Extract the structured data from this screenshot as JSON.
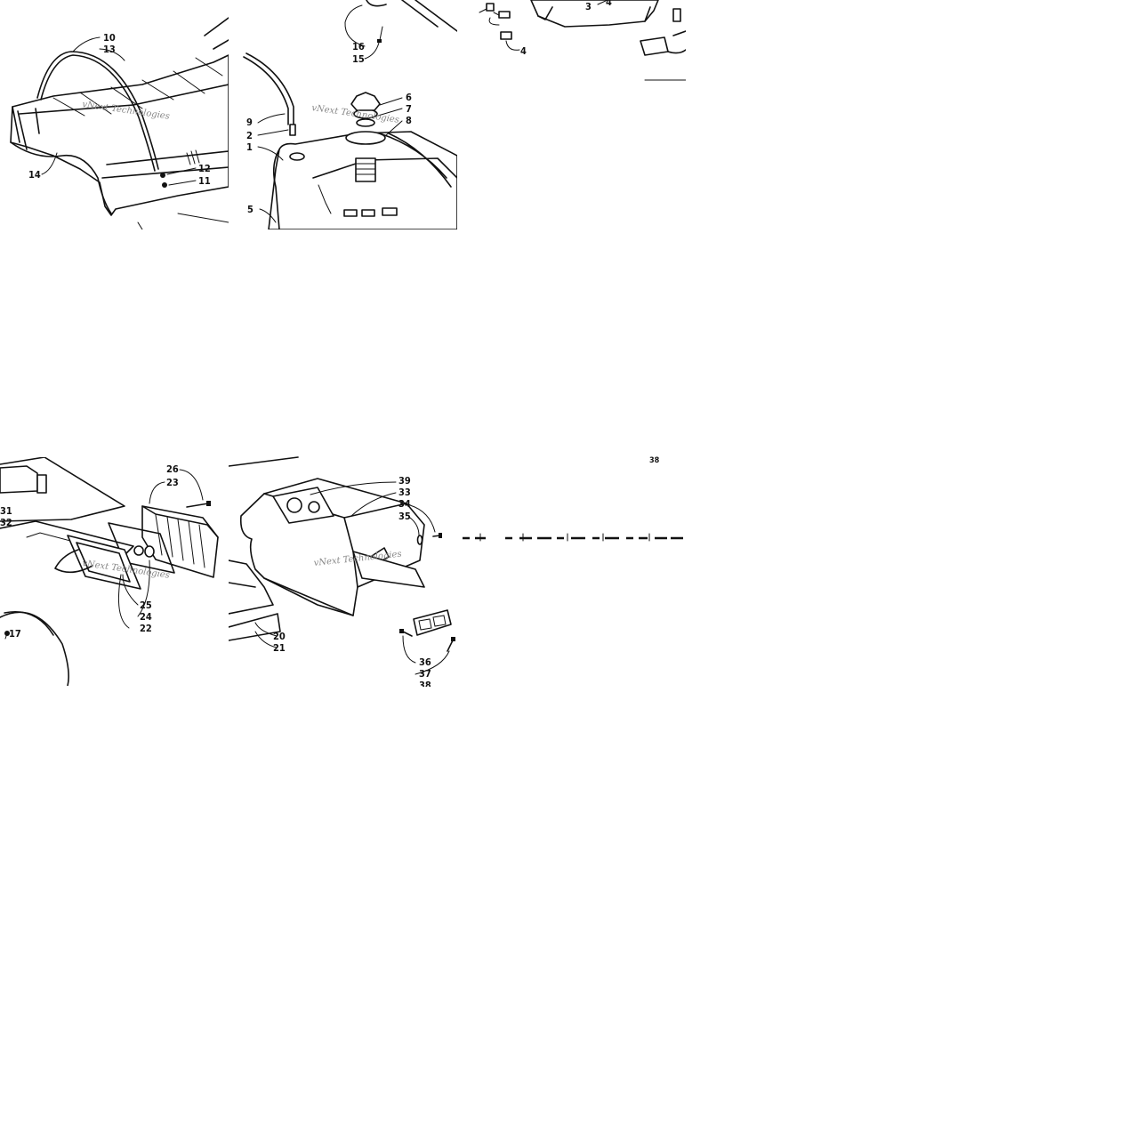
{
  "watermark": "vNext Technologies",
  "tiles": [
    {
      "id": "seat",
      "callouts": [
        "10",
        "13",
        "14",
        "12",
        "11"
      ],
      "watermark": true
    },
    {
      "id": "fuel-tank",
      "callouts": [
        "16",
        "15",
        "9",
        "2",
        "1",
        "5",
        "6",
        "7",
        "8"
      ],
      "watermark": true
    },
    {
      "id": "tank-fittings",
      "callouts": [
        "4",
        "3",
        "4"
      ],
      "watermark": false
    },
    {
      "id": "taillight",
      "callouts": [
        "26",
        "23",
        "31",
        "32",
        "25",
        "24",
        "22",
        "17"
      ],
      "watermark": true
    },
    {
      "id": "rear-housing",
      "callouts": [
        "39",
        "33",
        "34",
        "35",
        "20",
        "21",
        "36",
        "37",
        "38"
      ],
      "watermark": true
    },
    {
      "id": "fragment",
      "callouts": [
        "38"
      ],
      "watermark": false
    }
  ]
}
